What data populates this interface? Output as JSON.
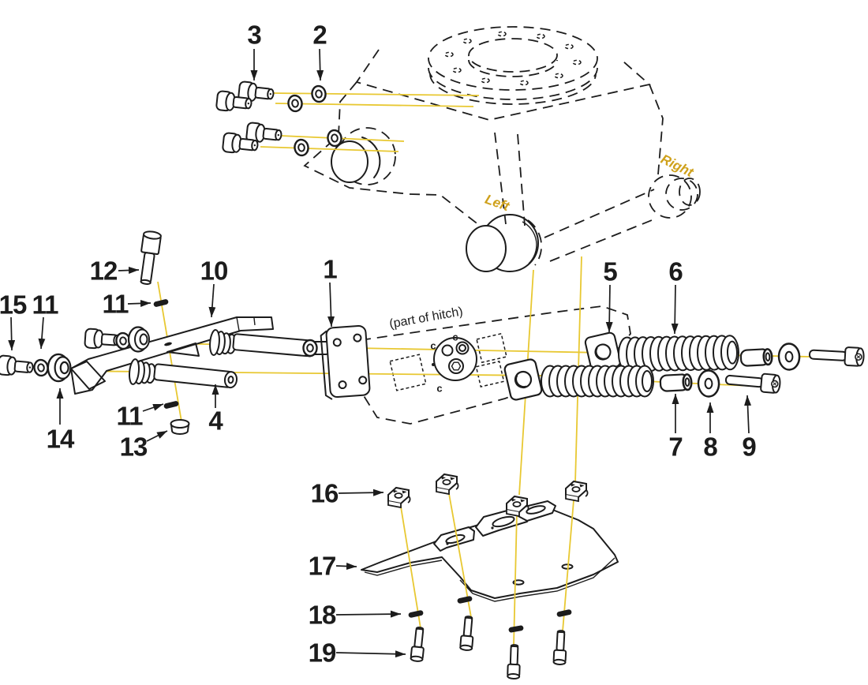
{
  "diagram": {
    "type": "exploded-parts-diagram",
    "colors": {
      "line": "#1c1c1c",
      "alignment": "#e8c832",
      "annotation": "#cfa11c",
      "background": "#ffffff"
    },
    "callouts": [
      {
        "ref": "3"
      },
      {
        "ref": "2"
      },
      {
        "ref": "12"
      },
      {
        "ref": "10"
      },
      {
        "ref": "11"
      },
      {
        "ref": "15"
      },
      {
        "ref": "11"
      },
      {
        "ref": "1"
      },
      {
        "ref": "5"
      },
      {
        "ref": "6"
      },
      {
        "ref": "14"
      },
      {
        "ref": "11"
      },
      {
        "ref": "13"
      },
      {
        "ref": "4"
      },
      {
        "ref": "7"
      },
      {
        "ref": "8"
      },
      {
        "ref": "9"
      },
      {
        "ref": "16"
      },
      {
        "ref": "17"
      },
      {
        "ref": "18"
      },
      {
        "ref": "19"
      }
    ],
    "annotations": {
      "left": "Left",
      "right": "Right",
      "hitch_note": "(part of hitch)",
      "c_marks": [
        "c",
        "c",
        "c"
      ]
    }
  }
}
